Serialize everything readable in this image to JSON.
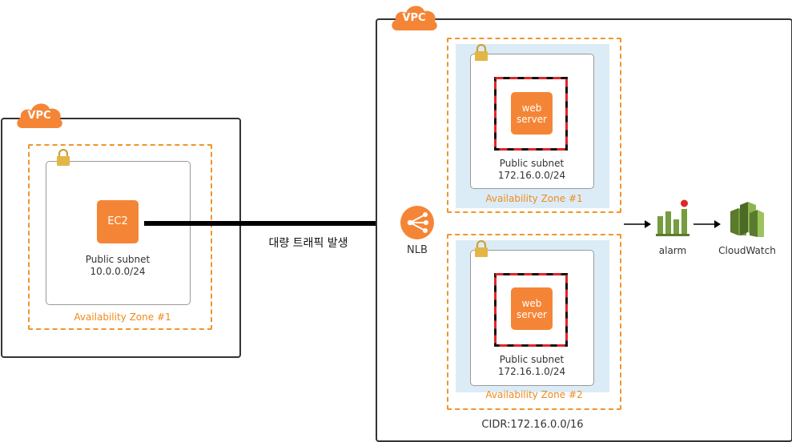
{
  "left_vpc": {
    "label": "VPC",
    "availability_zone": "Availability Zone #1",
    "subnet_name": "Public subnet",
    "subnet_cidr": "10.0.0.0/24",
    "instance": "EC2"
  },
  "traffic_label": "대량 트래픽 발생",
  "right_vpc": {
    "label": "VPC",
    "load_balancer": "NLB",
    "zones": [
      {
        "availability_zone": "Availability Zone #1",
        "subnet_name": "Public subnet",
        "subnet_cidr": "172.16.0.0/24",
        "server_line1": "web",
        "server_line2": "server"
      },
      {
        "availability_zone": "Availability Zone #2",
        "subnet_name": "Public subnet",
        "subnet_cidr": "172.16.1.0/24",
        "server_line1": "web",
        "server_line2": "server"
      }
    ],
    "cidr": "CIDR:172.16.0.0/16"
  },
  "monitoring": {
    "alarm": "alarm",
    "cloudwatch": "CloudWatch"
  },
  "colors": {
    "orange": "#f58536",
    "az_dash": "#f0962c",
    "az_fill": "#dbecf7",
    "green": "#759c3e"
  },
  "icons": [
    "cloud-icon",
    "lock-icon",
    "load-balancer-icon",
    "alarm-icon",
    "cloudwatch-icon"
  ]
}
